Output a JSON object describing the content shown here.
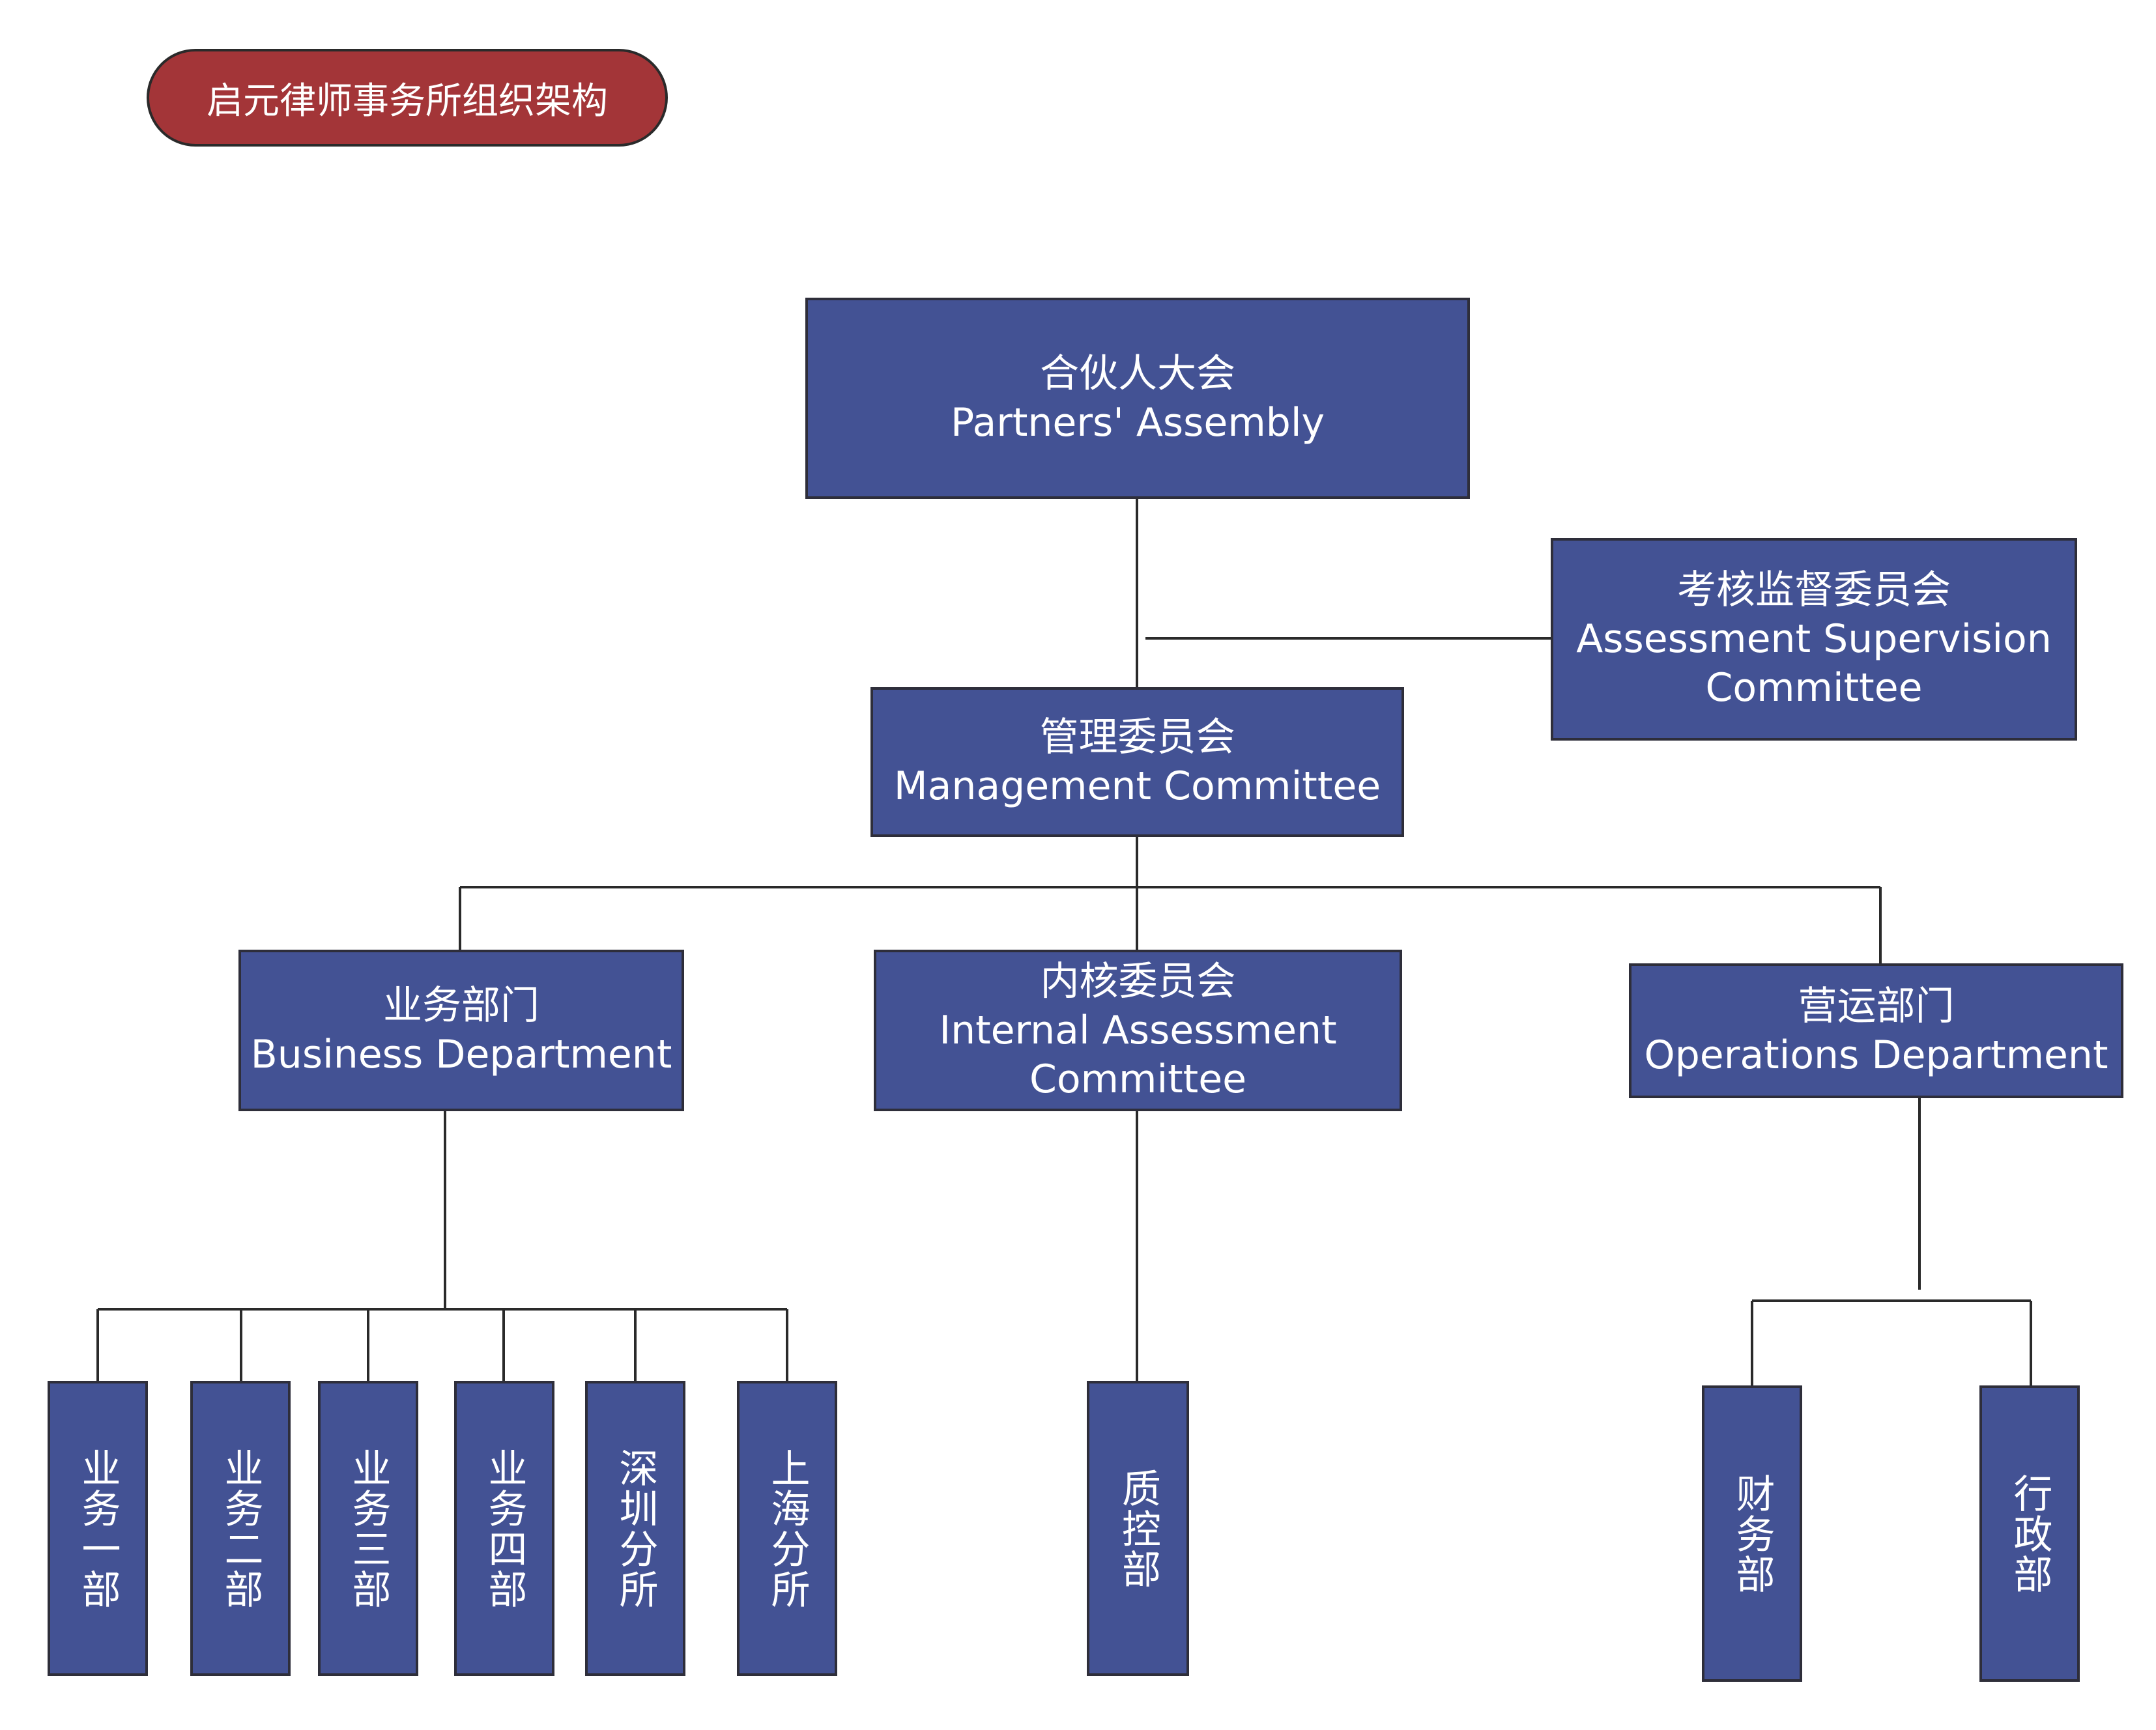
{
  "title": "启元律师事务所组织架构",
  "colors": {
    "box_fill": "#435294",
    "title_fill": "#a33538",
    "line": "#2a2a2a",
    "text": "#ffffff"
  },
  "nodes": {
    "partners": {
      "zh": "合伙人大会",
      "en": "Partners' Assembly"
    },
    "supervision": {
      "zh": "考核监督委员会",
      "en1": "Assessment Supervision",
      "en2": "Committee"
    },
    "management": {
      "zh": "管理委员会",
      "en": "Management Committee"
    },
    "business": {
      "zh": "业务部门",
      "en": "Business Department"
    },
    "internal": {
      "zh": "内核委员会",
      "en1": "Internal Assessment",
      "en2": "Committee"
    },
    "operations": {
      "zh": "营运部门",
      "en": "Operations Department"
    },
    "biz1": "业务一部",
    "biz2": "业务二部",
    "biz3": "业务三部",
    "biz4": "业务四部",
    "shenzhen": "深圳分所",
    "shanghai": "上海分所",
    "quality": "质控部",
    "finance": "财务部",
    "admin": "行政部"
  }
}
